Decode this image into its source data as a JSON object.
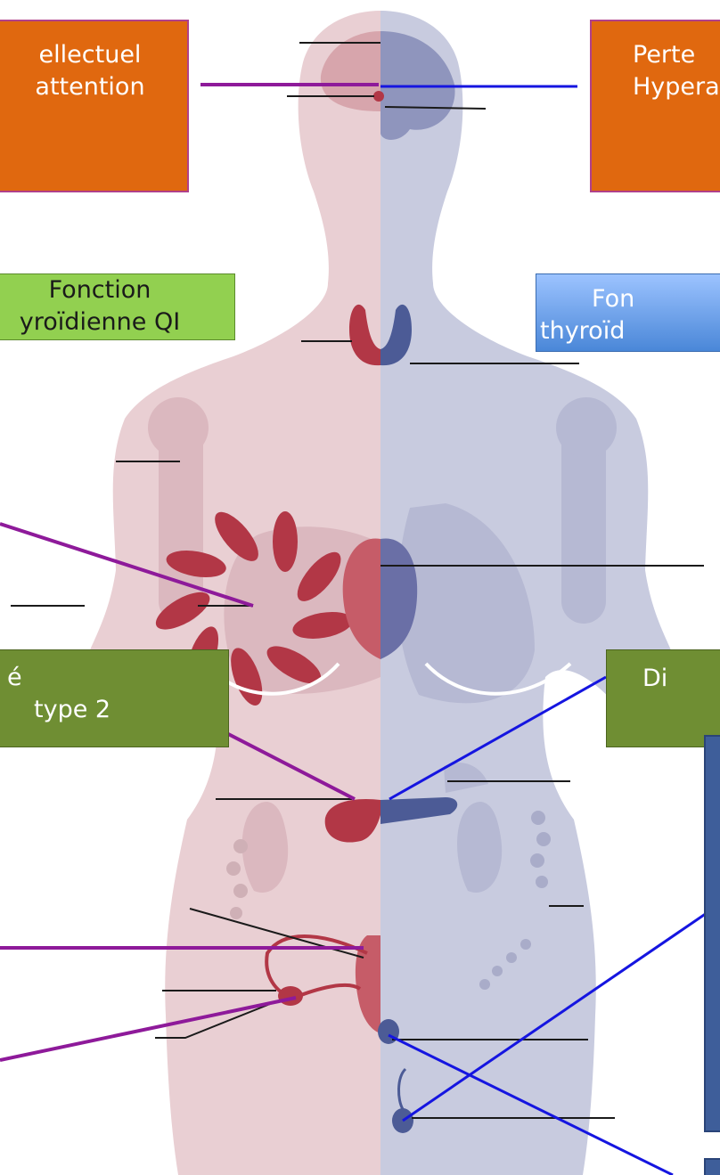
{
  "labels": {
    "box_top_left": [
      "ellectuel",
      "attention"
    ],
    "box_top_right": [
      "Perte",
      "Hypera"
    ],
    "box_thyroid_left": [
      "Fonction",
      "yroïdienne QI"
    ],
    "box_thyroid_right": [
      "Fon",
      "thyroïd"
    ],
    "box_mid_left": [
      "é",
      "type 2"
    ],
    "box_mid_right": [
      "",
      "Di"
    ]
  },
  "colors": {
    "female_body": "#e9cfd3",
    "male_body": "#c8cbdf",
    "female_organ": "#b23746",
    "male_organ": "#4c5b96",
    "connector_purple": "#8e1a9a",
    "connector_blue": "#1515e0",
    "orange": "#e0680f",
    "green_light": "#92d050",
    "green_dark": "#6f8e33",
    "blue_dark": "#3e5e9a"
  }
}
